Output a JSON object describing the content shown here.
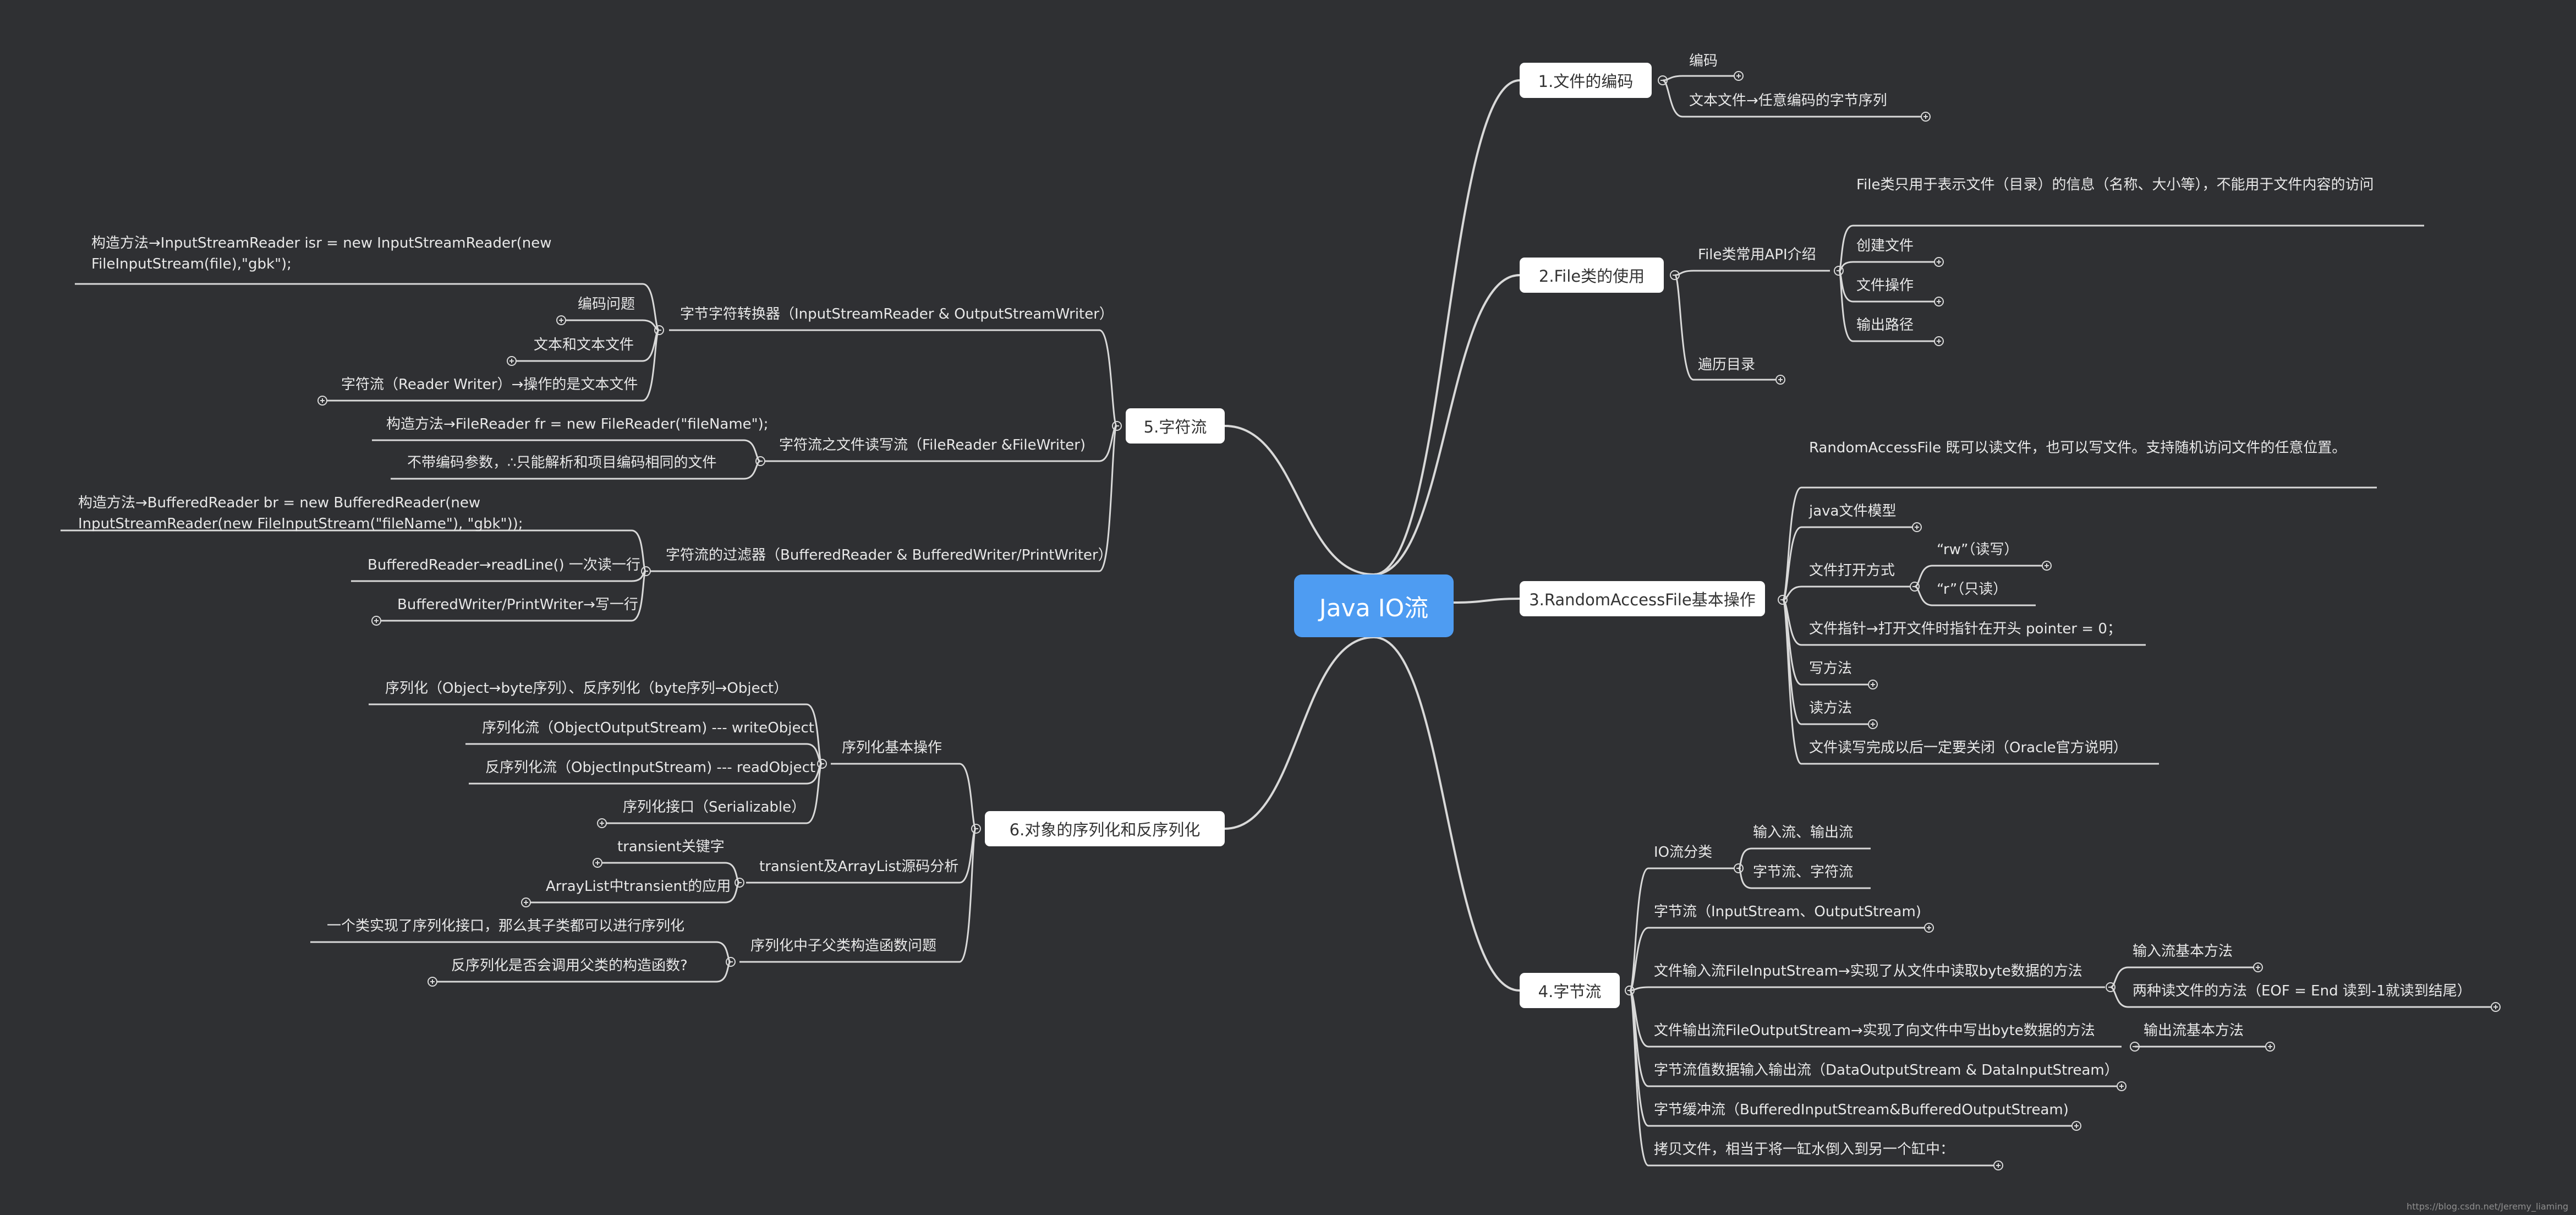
{
  "root": "Java IO流",
  "branches": {
    "b1": "1.文件的编码",
    "b2": "2.File类的使用",
    "b3": "3.RandomAccessFile基本操作",
    "b4": "4.字节流",
    "b5": "5.字符流",
    "b6": "6.对象的序列化和反序列化"
  },
  "b1": {
    "c1": "编码",
    "c2": "文本文件→任意编码的字节序列"
  },
  "b2": {
    "api": "File类常用API介绍",
    "api_desc": "File类只用于表示文件（目录）的信息（名称、大小等），不能用于文件内容的访问",
    "create": "创建文件",
    "ops": "文件操作",
    "output_path": "输出路径",
    "traverse": "遍历目录"
  },
  "b3": {
    "desc": "RandomAccessFile 既可以读文件，也可以写文件。支持随机访问文件的任意位置。",
    "model": "java文件模型",
    "open_mode": "文件打开方式",
    "rw": "“rw”（读写）",
    "r": "“r”（只读）",
    "pointer": "文件指针→打开文件时指针在开头 pointer = 0；",
    "write": "写方法",
    "read": "读方法",
    "close": "文件读写完成以后一定要关闭（Oracle官方说明）"
  },
  "b4": {
    "category": "IO流分类",
    "in_out": "输入流、输出流",
    "byte_char": "字节流、字符流",
    "stream": "字节流（InputStream、OutputStream)",
    "fis": "文件输入流FileInputStream→实现了从文件中读取byte数据的方法",
    "in_basic": "输入流基本方法",
    "two_ways": "两种读文件的方法（EOF = End 读到-1就读到结尾）",
    "fos": "文件输出流FileOutputStream→实现了向文件中写出byte数据的方法",
    "out_basic": "输出流基本方法",
    "data": "字节流值数据输入输出流（DataOutputStream & DataInputStream）",
    "buffered": "字节缓冲流（BufferedInputStream&BufferedOutputStream)",
    "copy": "拷贝文件，相当于将一缸水倒入到另一个缸中："
  },
  "b5": {
    "converter": "字节字符转换器（InputStreamReader & OutputStreamWriter）",
    "conv_ctor": "构造方法→InputStreamReader isr = new InputStreamReader(new FileInputStream(file),\"gbk\");",
    "encoding": "编码问题",
    "text": "文本和文本文件",
    "char_stream": "字符流（Reader Writer）→操作的是文本文件",
    "file_rw": "字符流之文件读写流（FileReader &FileWriter)",
    "fr_ctor": "构造方法→FileReader fr = new FileReader(\"fileName\");",
    "no_enc": "不带编码参数，∴只能解析和项目编码相同的文件",
    "filter": "字符流的过滤器（BufferedReader & BufferedWriter/PrintWriter）",
    "br_ctor": "构造方法→BufferedReader br = new BufferedReader(new InputStreamReader(new FileInputStream(\"fileName\"), \"gbk\"));",
    "readline": "BufferedReader→readLine() 一次读一行",
    "writeline": "BufferedWriter/PrintWriter→写一行"
  },
  "b6": {
    "basic": "序列化基本操作",
    "def": "序列化（Object→byte序列）、反序列化（byte序列→Object）",
    "oos": "序列化流（ObjectOutputStream) --- writeObject",
    "ois": "反序列化流（ObjectInputStream) --- readObject",
    "serializable": "序列化接口（Serializable）",
    "transient": "transient及ArrayList源码分析",
    "transient_kw": "transient关键字",
    "arraylist": "ArrayList中transient的应用",
    "ctor": "序列化中子父类构造函数问题",
    "ctor1": "一个类实现了序列化接口，那么其子类都可以进行序列化",
    "ctor2": "反序列化是否会调用父类的构造函数?"
  },
  "credit": "https://blog.csdn.net/Jeremy_liaming"
}
